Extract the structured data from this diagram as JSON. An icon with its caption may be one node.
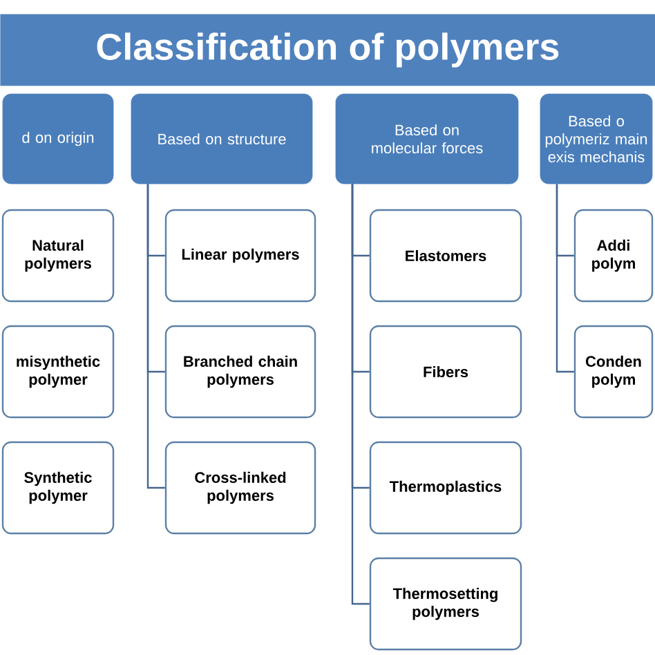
{
  "diagram": {
    "title": "Classification of polymers",
    "nodes": [
      {
        "text": [
          "d on origin"
        ]
      },
      {
        "text": [
          "Based on structure"
        ]
      },
      {
        "text": [
          "Based on molecular forces"
        ]
      },
      {
        "text": [
          "Based o polymeriz main exis mechanis"
        ]
      },
      {
        "text": [
          "Natural polymers"
        ]
      },
      {
        "text": [
          "misynthetic polymer"
        ]
      },
      {
        "text": [
          "Synthetic polymer"
        ]
      },
      {
        "text": [
          "Linear polymers"
        ]
      },
      {
        "text": [
          "Branched chain polymers"
        ]
      },
      {
        "text": [
          "Cross-linked polymers"
        ]
      },
      {
        "text": [
          "Elastomers"
        ]
      },
      {
        "text": [
          "Fibers"
        ]
      },
      {
        "text": [
          "Thermoplastics"
        ]
      },
      {
        "text": [
          "Thermosetting polymers"
        ]
      },
      {
        "text": [
          "Addi polym"
        ]
      },
      {
        "text": [
          "Conden polym"
        ]
      }
    ],
    "edges": [
      {
        "from": 1,
        "to": 7,
        "arrow": "none"
      },
      {
        "from": 1,
        "to": 8,
        "arrow": "none"
      },
      {
        "from": 1,
        "to": 9,
        "arrow": "none"
      },
      {
        "from": 2,
        "to": 10,
        "arrow": "none"
      },
      {
        "from": 2,
        "to": 11,
        "arrow": "none"
      },
      {
        "from": 2,
        "to": 12,
        "arrow": "none"
      },
      {
        "from": 2,
        "to": 13,
        "arrow": "none"
      },
      {
        "from": 3,
        "to": 14,
        "arrow": "none"
      },
      {
        "from": 3,
        "to": 15,
        "arrow": "none"
      }
    ]
  }
}
